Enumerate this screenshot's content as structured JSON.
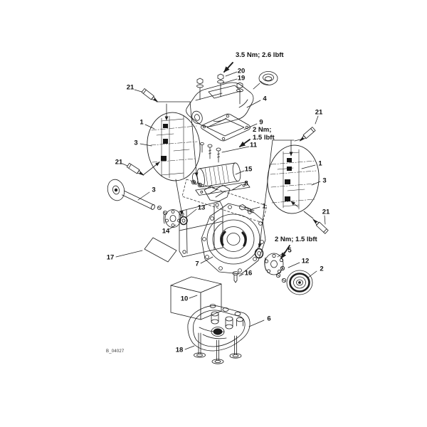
{
  "diagram": {
    "figure_id": "B_04027",
    "torque": {
      "top": "3.5 Nm; 2.6 lbft",
      "mid_line1": "2 Nm;",
      "mid_line2": "1.5 lbft",
      "right": "2 Nm; 1.5 lbft"
    },
    "parts": {
      "n1": "1",
      "n2": "2",
      "n3": "3",
      "n4": "4",
      "n5": "5",
      "n6": "6",
      "n7": "7",
      "n8": "8",
      "n9": "9",
      "n10": "10",
      "n11": "11",
      "n12": "12",
      "n13": "13",
      "n14": "14",
      "n15": "15",
      "n16": "16",
      "n17": "17",
      "n18": "18",
      "n19": "19",
      "n20": "20",
      "n21": "21"
    },
    "colors": {
      "line": "#1d1d1d",
      "seal_fill": "#151515",
      "background": "#ffffff"
    }
  }
}
